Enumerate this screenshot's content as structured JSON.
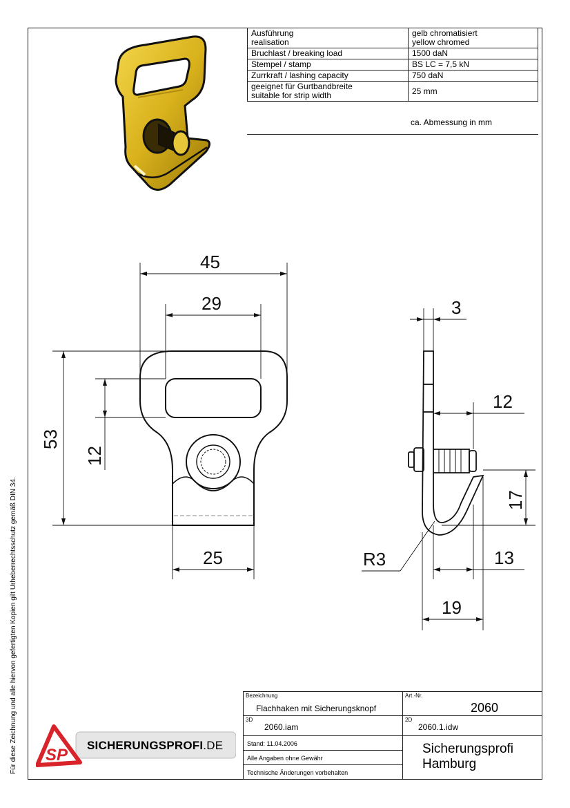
{
  "spec_table": {
    "rows": [
      {
        "label": "Ausführung\nrealisation",
        "value": "gelb chromatisiert\nyellow chromed"
      },
      {
        "label": "Bruchlast / breaking load",
        "value": "1500 daN"
      },
      {
        "label": "Stempel / stamp",
        "value": "BS LC = 7,5 kN"
      },
      {
        "label": "Zurrkraft / lashing capacity",
        "value": "750 daN"
      },
      {
        "label": "geeignet für Gurtbandbreite\nsuitable for strip width",
        "value": "25 mm"
      }
    ],
    "note": "ca. Abmessung in mm"
  },
  "dimensions": {
    "front_width": "45",
    "slot_width": "29",
    "height": "53",
    "slot_offset": "12",
    "base_width": "25",
    "thickness": "3",
    "pin_length": "12",
    "hook_height": "17",
    "radius": "R3",
    "hook_depth": "13",
    "total_depth": "19"
  },
  "side_note": "Für diese Zeichnung und alle hiervon gefertigten Kopien gilt Urheberrechtsschutz gemäß DIN 34.",
  "title_block": {
    "designation_label": "Bezeichnung",
    "designation": "Flachhaken mit Sicherungsknopf",
    "art_label": "Art.-Nr.",
    "art_number": "2060",
    "file3d_label": "3D",
    "file3d": "2060.iam",
    "file2d_label": "2D",
    "file2d": "2060.1.idw",
    "date": "Stand: 11.04.2006",
    "disclaimer": "Alle Angaben ohne Gewähr",
    "changes": "Technische Änderungen vorbehalten",
    "company_line1": "Sicherungsprofi",
    "company_line2": "Hamburg"
  },
  "logo": {
    "mark": "SP",
    "name": "SICHERUNGSPROFI",
    "tld": ".DE",
    "colors": {
      "red": "#d8232a",
      "gold": "#d9b21c"
    }
  }
}
